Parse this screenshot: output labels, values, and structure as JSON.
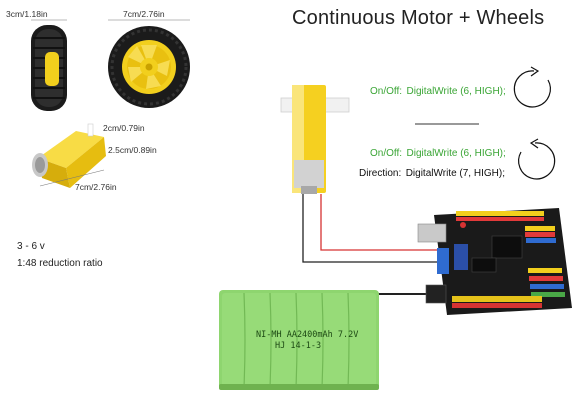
{
  "title": "Continuous Motor + Wheels",
  "wheel_side": {
    "width_label": "3cm/1.18in"
  },
  "wheel_front": {
    "diameter_label": "7cm/2.76in"
  },
  "motor": {
    "height_label": "2cm/0.79in",
    "depth_label": "2.5cm/0.89in",
    "length_label": "7cm/2.76in"
  },
  "specs": {
    "voltage": "3 - 6 v",
    "ratio": "1:48 reduction ratio"
  },
  "code": {
    "row1": {
      "label": "On/Off:",
      "call": "DigitalWrite (6, HIGH);"
    },
    "row2": {
      "label": "On/Off:",
      "call": "DigitalWrite (6, HIGH);"
    },
    "row3": {
      "label": "Direction:",
      "call": "DigitalWrite (7, HIGH);"
    }
  },
  "battery": {
    "line1": "NI-MH AA2400mAh 7.2V",
    "line2": "HJ 14-1-3"
  },
  "colors": {
    "green_text": "#3aa535",
    "motor_yellow": "#f5d020",
    "wheel_yellow": "#f2cf1d",
    "battery_green": "#8ed56f",
    "board_black": "#1a1a1a"
  }
}
